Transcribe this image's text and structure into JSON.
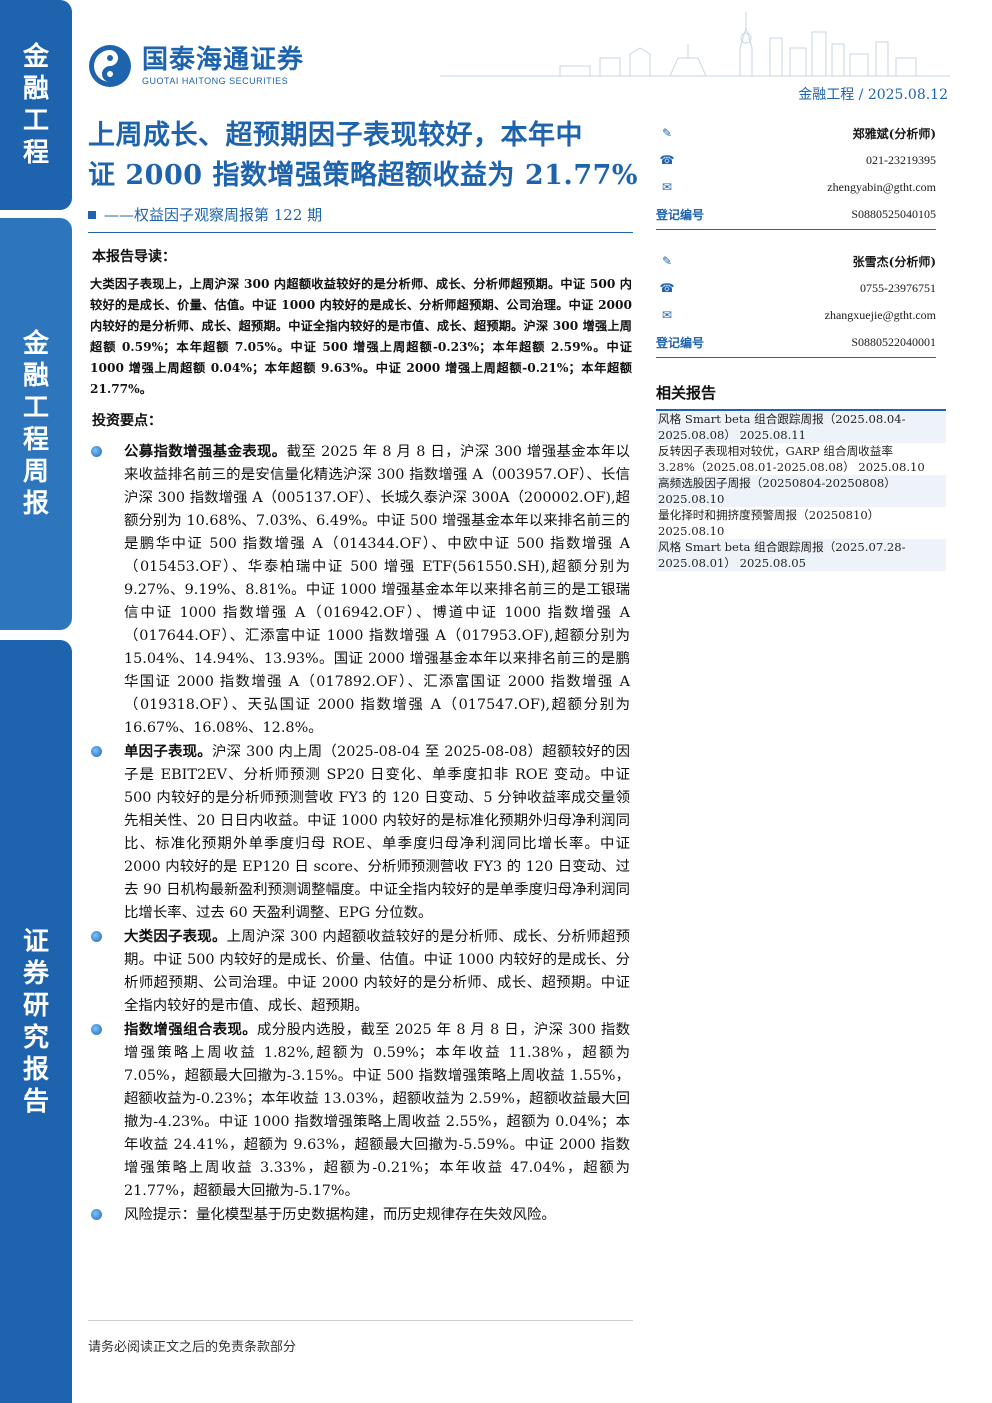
{
  "sidebar": {
    "tab1": [
      "金",
      "融",
      "工",
      "程"
    ],
    "tab2": [
      "金",
      "融",
      "工",
      "程",
      "周",
      "报"
    ],
    "tab3": [
      "证",
      "券",
      "研",
      "究",
      "报",
      "告"
    ]
  },
  "brand": {
    "name_cn": "国泰海通证券",
    "name_en": "GUOTAI HAITONG SECURITIES",
    "color": "#1e63ad"
  },
  "header": {
    "tag": "金融工程 / 2025.08.12"
  },
  "title": {
    "line1": "上周成长、超预期因子表现较好，本年中",
    "line2": "证 2000 指数增强策略超额收益为 21.77%",
    "subtitle": "——权益因子观察周报第 122 期"
  },
  "guide": {
    "heading": "本报告导读：",
    "text": "大类因子表现上，上周沪深 300 内超额收益较好的是分析师、成长、分析师超预期。中证 500 内较好的是成长、价量、估值。中证 1000 内较好的是成长、分析师超预期、公司治理。中证 2000 内较好的是分析师、成长、超预期。中证全指内较好的是市值、成长、超预期。沪深 300 增强上周超额 0.59%；本年超额 7.05%。中证 500 增强上周超额-0.23%；本年超额 2.59%。中证 1000 增强上周超额 0.04%；本年超额 9.63%。中证 2000 增强上周超额-0.21%；本年超额 21.77%。"
  },
  "points": {
    "heading": "投资要点：",
    "items": [
      {
        "lead": "公募指数增强基金表现。",
        "text": "截至 2025 年 8 月 8 日，沪深 300 增强基金本年以来收益排名前三的是安信量化精选沪深 300 指数增强 A（003957.OF）、长信沪深 300 指数增强 A（005137.OF）、长城久泰沪深 300A（200002.OF),超额分别为 10.68%、7.03%、6.49%。中证 500 增强基金本年以来排名前三的是鹏华中证 500 指数增强 A（014344.OF）、中欧中证 500 指数增强 A（015453.OF）、华泰柏瑞中证 500 增强 ETF(561550.SH),超额分别为 9.27%、9.19%、8.81%。中证 1000 增强基金本年以来排名前三的是工银瑞信中证 1000 指数增强 A（016942.OF）、博道中证 1000 指数增强 A（017644.OF）、汇添富中证 1000 指数增强 A（017953.OF),超额分别为 15.04%、14.94%、13.93%。国证 2000 增强基金本年以来排名前三的是鹏华国证 2000 指数增强 A（017892.OF）、汇添富国证 2000 指数增强 A（019318.OF）、天弘国证 2000 指数增强 A（017547.OF),超额分别为 16.67%、16.08%、12.8%。"
      },
      {
        "lead": "单因子表现。",
        "text": "沪深 300 内上周（2025-08-04 至 2025-08-08）超额较好的因子是 EBIT2EV、分析师预测 SP20 日变化、单季度扣非 ROE 变动。中证 500 内较好的是分析师预测营收 FY3 的 120 日变动、5 分钟收益率成交量领先相关性、20 日日内收益。中证 1000 内较好的是标准化预期外归母净利润同比、标准化预期外单季度归母 ROE、单季度归母净利润同比增长率。中证 2000 内较好的是 EP120 日 score、分析师预测营收 FY3 的 120 日变动、过去 90 日机构最新盈利预测调整幅度。中证全指内较好的是单季度归母净利润同比增长率、过去 60 天盈利调整、EPG 分位数。"
      },
      {
        "lead": "大类因子表现。",
        "text": "上周沪深 300 内超额收益较好的是分析师、成长、分析师超预期。中证 500 内较好的是成长、价量、估值。中证 1000 内较好的是成长、分析师超预期、公司治理。中证 2000 内较好的是分析师、成长、超预期。中证全指内较好的是市值、成长、超预期。"
      },
      {
        "lead": "指数增强组合表现。",
        "text": "成分股内选股，截至 2025 年 8 月 8 日，沪深 300 指数增强策略上周收益 1.82%,超额为 0.59%；本年收益 11.38%，超额为 7.05%，超额最大回撤为-3.15%。中证 500 指数增强策略上周收益 1.55%，超额收益为-0.23%；本年收益 13.03%，超额收益为 2.59%，超额收益最大回撤为-4.23%。中证 1000 指数增强策略上周收益 2.55%，超额为 0.04%；本年收益 24.41%，超额为 9.63%，超额最大回撤为-5.59%。中证 2000 指数增强策略上周收益 3.33%，超额为-0.21%；本年收益 47.04%，超额为 21.77%，超额最大回撤为-5.17%。"
      },
      {
        "lead": "",
        "text": "风险提示：量化模型基于历史数据构建，而历史规律存在失效风险。"
      }
    ]
  },
  "analysts": [
    {
      "name": "郑雅斌(分析师)",
      "phone": "021-23219395",
      "email": "zhengyabin@gtht.com",
      "reg_label": "登记编号",
      "reg_no": "S0880525040105"
    },
    {
      "name": "张雪杰(分析师)",
      "phone": "0755-23976751",
      "email": "zhangxuejie@gtht.com",
      "reg_label": "登记编号",
      "reg_no": "S0880522040001"
    }
  ],
  "related": {
    "heading": "相关报告",
    "items": [
      "风格 Smart beta 组合跟踪周报（2025.08.04-2025.08.08） 2025.08.11",
      "反转因子表现相对较优，GARP 组合周收益率 3.28%（2025.08.01-2025.08.08） 2025.08.10",
      "高频选股因子周报（20250804-20250808） 2025.08.10",
      "量化择时和拥挤度预警周报（20250810） 2025.08.10",
      "风格 Smart beta 组合跟踪周报（2025.07.28-2025.08.01） 2025.08.05"
    ]
  },
  "footer": {
    "text": "请务必阅读正文之后的免责条款部分"
  }
}
